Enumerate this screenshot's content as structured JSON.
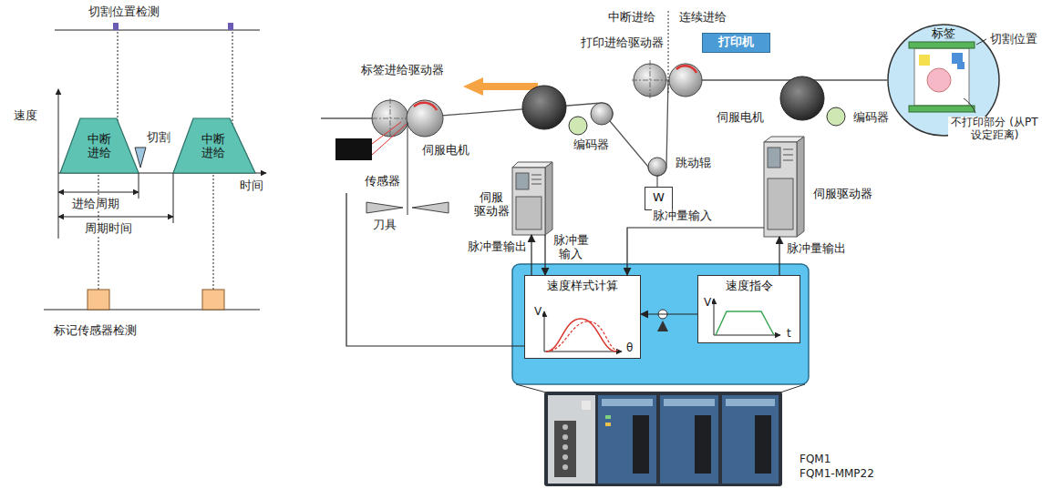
{
  "diagram": {
    "nodes": [
      {
        "text": [
          "中断 进给"
        ]
      },
      {
        "text": [
          "中断 进给"
        ]
      },
      {
        "text": [
          "打印机"
        ]
      },
      {
        "text": [
          "标签"
        ]
      },
      {
        "text": [
          "传感器"
        ]
      },
      {
        "text": [
          "W"
        ]
      },
      {
        "text": [
          "伺服 驱动器"
        ]
      },
      {
        "text": [
          "伺服驱动器"
        ]
      },
      {
        "text": [
          "速度样式计算"
        ]
      },
      {
        "text": [
          "速度指令"
        ]
      }
    ],
    "edges": [
      {
        "from": 8,
        "to": 6,
        "arrow": "to"
      },
      {
        "from": 6,
        "to": 8,
        "arrow": "to"
      },
      {
        "from": 7,
        "to": 8,
        "arrow": "to"
      },
      {
        "from": 9,
        "to": 7,
        "arrow": "to"
      },
      {
        "from": 4,
        "to": 8,
        "arrow": "none"
      },
      {
        "from": 9,
        "to": 8,
        "arrow": "to"
      }
    ],
    "labels": [
      "切割位置检测",
      "速度",
      "时间",
      "切割",
      "进给周期",
      "周期时间",
      "标记传感器检测",
      "中断进给",
      "连续进给",
      "打印进给驱动器",
      "标签进给驱动器",
      "伺服电机",
      "编码器",
      "跳动辊",
      "刀具",
      "伺服电机",
      "编码器",
      "脉冲量输出",
      "脉冲量 输入",
      "脉冲量输入",
      "脉冲量输出",
      "V",
      "θ",
      "V",
      "t",
      "切割位置",
      "不打印部分 (从PT设定距离)",
      "FQM1",
      "FQM1-MMP22"
    ]
  }
}
